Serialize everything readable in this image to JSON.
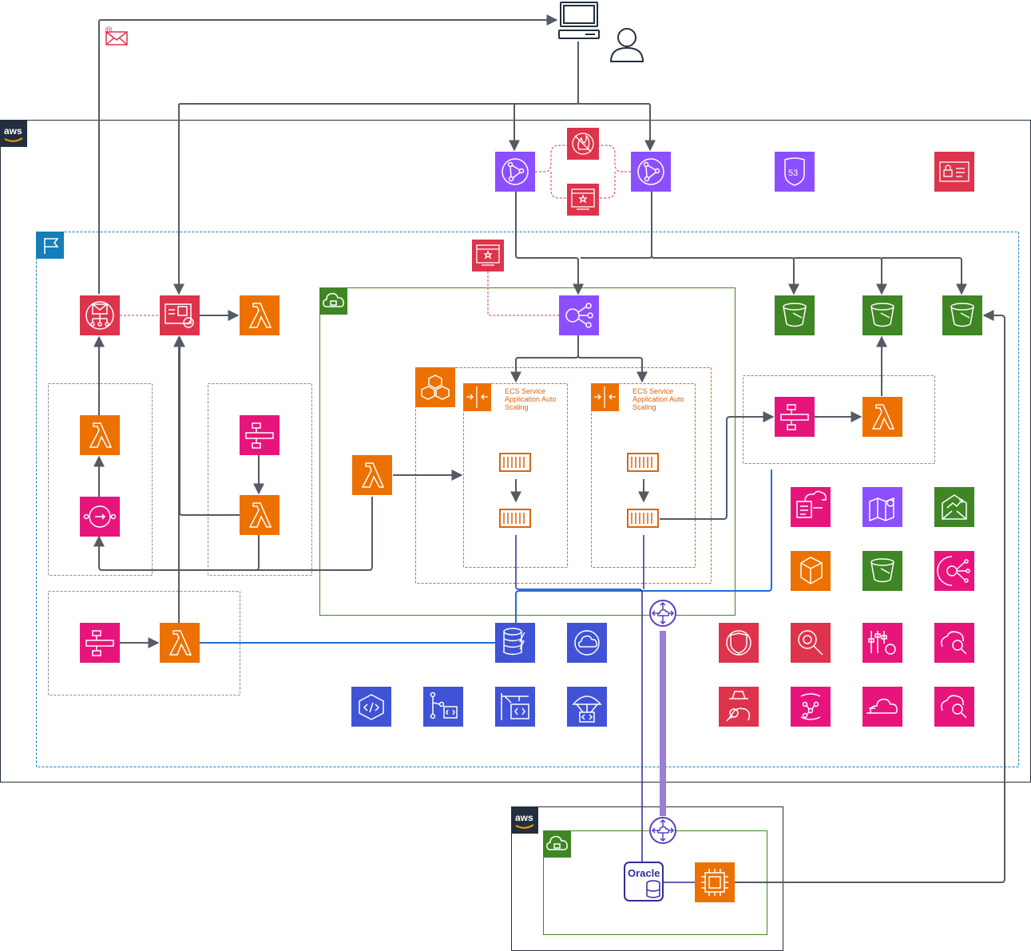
{
  "colors": {
    "compute": "#ED7100",
    "storage": "#3F8624",
    "network": "#8C4FFF",
    "security": "#DD344C",
    "app_integration": "#E7157B",
    "dev_tools": "#4053D6",
    "group_aws": "#232F3E",
    "group_region": "#147EBA",
    "group_vpc": "#3F8624",
    "ecs_dashed": "#D86613",
    "arrow": "#545b64",
    "data_line": "#1f6fd8",
    "oracle_line": "#2f2d9a",
    "dx_thick": "#9a7fd6"
  },
  "labels": {
    "aws_cloud_main": "aws",
    "aws_cloud_onprem": "aws",
    "ecs_service_a": [
      "ECS Service",
      "Application Auto",
      "Scaling"
    ],
    "ecs_service_b": [
      "ECS Service",
      "Application Auto",
      "Scaling"
    ],
    "oracle": "Oracle"
  },
  "icons": {
    "user_laptop": "client-laptop-icon",
    "user_person": "user-icon",
    "email_notification": "email-icon",
    "cloudfront_1": "cloudfront-icon",
    "cloudfront_2": "cloudfront-icon",
    "waf": "waf-icon",
    "acm_top": "certificate-manager-icon",
    "route53": "route53-icon",
    "secrets": "secrets-manager-icon",
    "region_flag": "region-flag-icon",
    "ses": "ses-icon",
    "cognito": "cognito-icon",
    "lambda": "lambda-icon",
    "acm_alb": "certificate-manager-icon",
    "alb": "load-balancer-icon",
    "s3": "s3-bucket-icon",
    "vpc_lock": "vpc-icon",
    "fargate": "fargate-icon",
    "autoscaling": "autoscaling-icon",
    "container": "container-icon",
    "step_functions": "step-functions-icon",
    "eventbridge": "eventbridge-icon",
    "aurora": "aurora-icon",
    "cloudwatch_rum": "cloud-monitor-icon",
    "codecommit": "codecommit-icon",
    "codebuild": "codebuild-icon",
    "codedeploy": "codedeploy-icon",
    "codepipeline": "codepipeline-icon",
    "direct_connect": "direct-connect-icon",
    "ec2": "ec2-icon",
    "oracle_db": "oracle-database-icon"
  }
}
